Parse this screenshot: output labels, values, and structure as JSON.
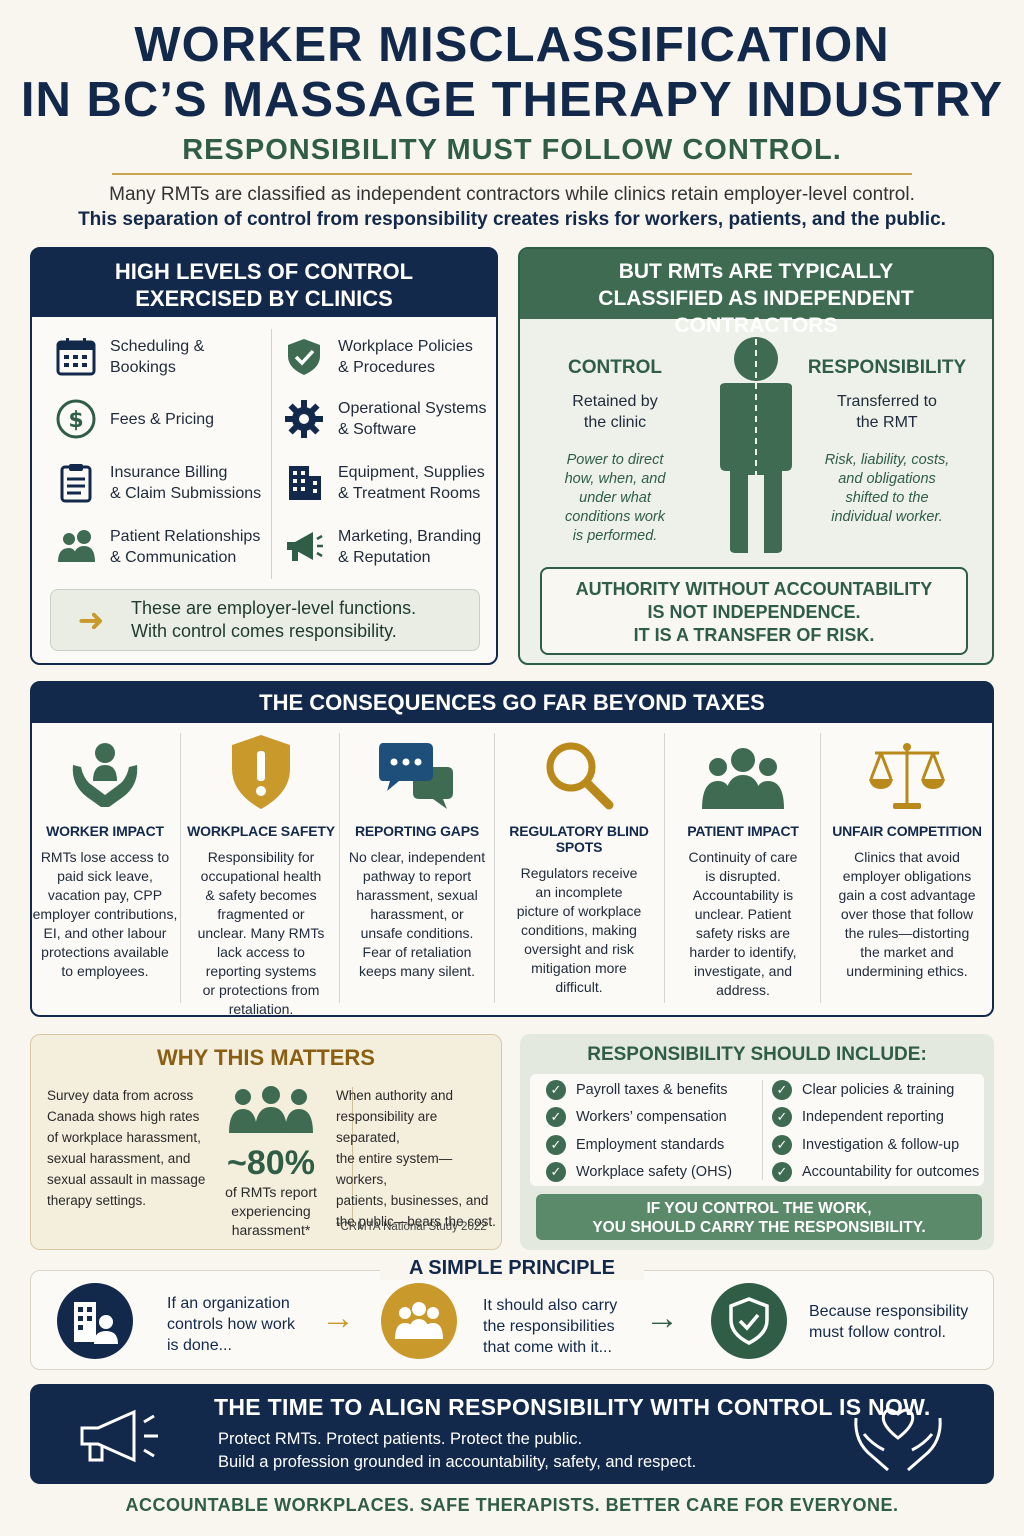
{
  "header": {
    "title_line1": "WORKER MISCLASSIFICATION",
    "title_line2": "IN BC’S MASSAGE THERAPY INDUSTRY",
    "subtitle": "RESPONSIBILITY MUST FOLLOW CONTROL.",
    "intro_line1": "Many RMTs are classified as independent contractors while clinics retain employer-level control.",
    "intro_line2": "This separation of control from responsibility creates risks for workers, patients, and the public."
  },
  "control_panel": {
    "title_line1": "HIGH LEVELS OF CONTROL",
    "title_line2": "EXERCISED BY CLINICS",
    "items": [
      {
        "line1": "Scheduling &",
        "line2": "Bookings",
        "icon": "calendar-icon"
      },
      {
        "line1": "Fees & Pricing",
        "line2": "",
        "icon": "dollar-icon"
      },
      {
        "line1": "Insurance Billing",
        "line2": "& Claim Submissions",
        "icon": "clipboard-icon"
      },
      {
        "line1": "Patient Relationships",
        "line2": "& Communication",
        "icon": "people-icon"
      },
      {
        "line1": "Workplace Policies",
        "line2": "& Procedures",
        "icon": "shield-check-icon"
      },
      {
        "line1": "Operational Systems",
        "line2": "& Software",
        "icon": "gear-icon"
      },
      {
        "line1": "Equipment, Supplies",
        "line2": "& Treatment Rooms",
        "icon": "building-icon"
      },
      {
        "line1": "Marketing, Branding",
        "line2": "& Reputation",
        "icon": "megaphone-icon"
      }
    ],
    "note_line1": "These are employer-level functions.",
    "note_line2": "With control comes responsibility."
  },
  "contractor_panel": {
    "title_line1": "BUT RMTs ARE TYPICALLY",
    "title_line2": "CLASSIFIED AS INDEPENDENT CONTRACTORS",
    "control": {
      "heading": "CONTROL",
      "body_line1": "Retained by",
      "body_line2": "the clinic",
      "detail": [
        "Power to direct",
        "how, when, and",
        "under what",
        "conditions work",
        "is performed."
      ]
    },
    "responsibility": {
      "heading": "RESPONSIBILITY",
      "body_line1": "Transferred to",
      "body_line2": "the RMT",
      "detail": [
        "Risk, liability, costs,",
        "and obligations",
        "shifted to the",
        "individual worker."
      ]
    },
    "statement": [
      "AUTHORITY WITHOUT ACCOUNTABILITY",
      "IS NOT INDEPENDENCE.",
      "IT IS A TRANSFER OF RISK."
    ]
  },
  "consequences": {
    "title": "THE CONSEQUENCES GO FAR BEYOND TAXES",
    "items": [
      {
        "heading": "WORKER IMPACT",
        "icon": "caring-hands-icon",
        "body": [
          "RMTs lose access to",
          "paid sick leave,",
          "vacation pay, CPP",
          "employer contributions,",
          "EI, and other labour",
          "protections available",
          "to employees."
        ]
      },
      {
        "heading": "WORKPLACE SAFETY",
        "icon": "warning-shield-icon",
        "body": [
          "Responsibility for",
          "occupational health",
          "& safety becomes",
          "fragmented or",
          "unclear. Many RMTs",
          "lack access to",
          "reporting systems",
          "or protections from",
          "retaliation."
        ]
      },
      {
        "heading": "REPORTING GAPS",
        "icon": "chat-bubbles-icon",
        "body": [
          "No clear, independent",
          "pathway to report",
          "harassment, sexual",
          "harassment, or",
          "unsafe conditions.",
          "Fear of retaliation",
          "keeps many silent."
        ]
      },
      {
        "heading": "REGULATORY BLIND SPOTS",
        "icon": "magnifier-icon",
        "body": [
          "Regulators receive",
          "an incomplete",
          "picture of workplace",
          "conditions, making",
          "oversight and risk",
          "mitigation more",
          "difficult."
        ]
      },
      {
        "heading": "PATIENT IMPACT",
        "icon": "group-icon",
        "body": [
          "Continuity of care",
          "is disrupted.",
          "Accountability is",
          "unclear. Patient",
          "safety risks are",
          "harder to identify,",
          "investigate, and",
          "address."
        ]
      },
      {
        "heading": "UNFAIR COMPETITION",
        "icon": "scales-icon",
        "body": [
          "Clinics that avoid",
          "employer obligations",
          "gain a cost advantage",
          "over those that follow",
          "the rules—distorting",
          "the market and",
          "undermining ethics."
        ]
      }
    ]
  },
  "why": {
    "title": "WHY THIS MATTERS",
    "left": [
      "Survey data from across",
      "Canada shows high rates",
      "of workplace harassment,",
      "sexual harassment, and",
      "sexual assault in massage",
      "therapy settings."
    ],
    "stat": "~80%",
    "stat_caption": [
      "of RMTs report",
      "experiencing",
      "harassment*"
    ],
    "right": [
      "When authority and",
      "responsibility are separated,",
      "the entire system—workers,",
      "patients, businesses, and",
      "the public—bears the cost."
    ],
    "citation": "*CRMTA National Study 2022"
  },
  "responsibility": {
    "title": "RESPONSIBILITY SHOULD INCLUDE:",
    "left_items": [
      "Payroll taxes & benefits",
      "Workers’ compensation",
      "Employment standards",
      "Workplace safety (OHS)"
    ],
    "right_items": [
      "Clear policies & training",
      "Independent reporting",
      "Investigation & follow-up",
      "Accountability for outcomes"
    ],
    "banner_line1": "IF YOU CONTROL THE WORK,",
    "banner_line2": "YOU SHOULD CARRY THE RESPONSIBILITY."
  },
  "principle": {
    "title": "A SIMPLE PRINCIPLE",
    "step1": [
      "If an organization",
      "controls how work",
      "is done..."
    ],
    "step2": [
      "It should also carry",
      "the responsibilities",
      "that come with it..."
    ],
    "step3": [
      "Because responsibility",
      "must follow control."
    ],
    "colors": {
      "navy": "#13294b",
      "gold": "#c9992c",
      "green": "#2f5d45"
    }
  },
  "cta": {
    "title": "THE TIME TO ALIGN RESPONSIBILITY WITH CONTROL IS NOW.",
    "line1": "Protect RMTs. Protect patients. Protect the public.",
    "line2": "Build a profession grounded in accountability, safety, and respect."
  },
  "footer": "ACCOUNTABLE WORKPLACES. SAFE THERAPISTS. BETTER CARE FOR EVERYONE."
}
